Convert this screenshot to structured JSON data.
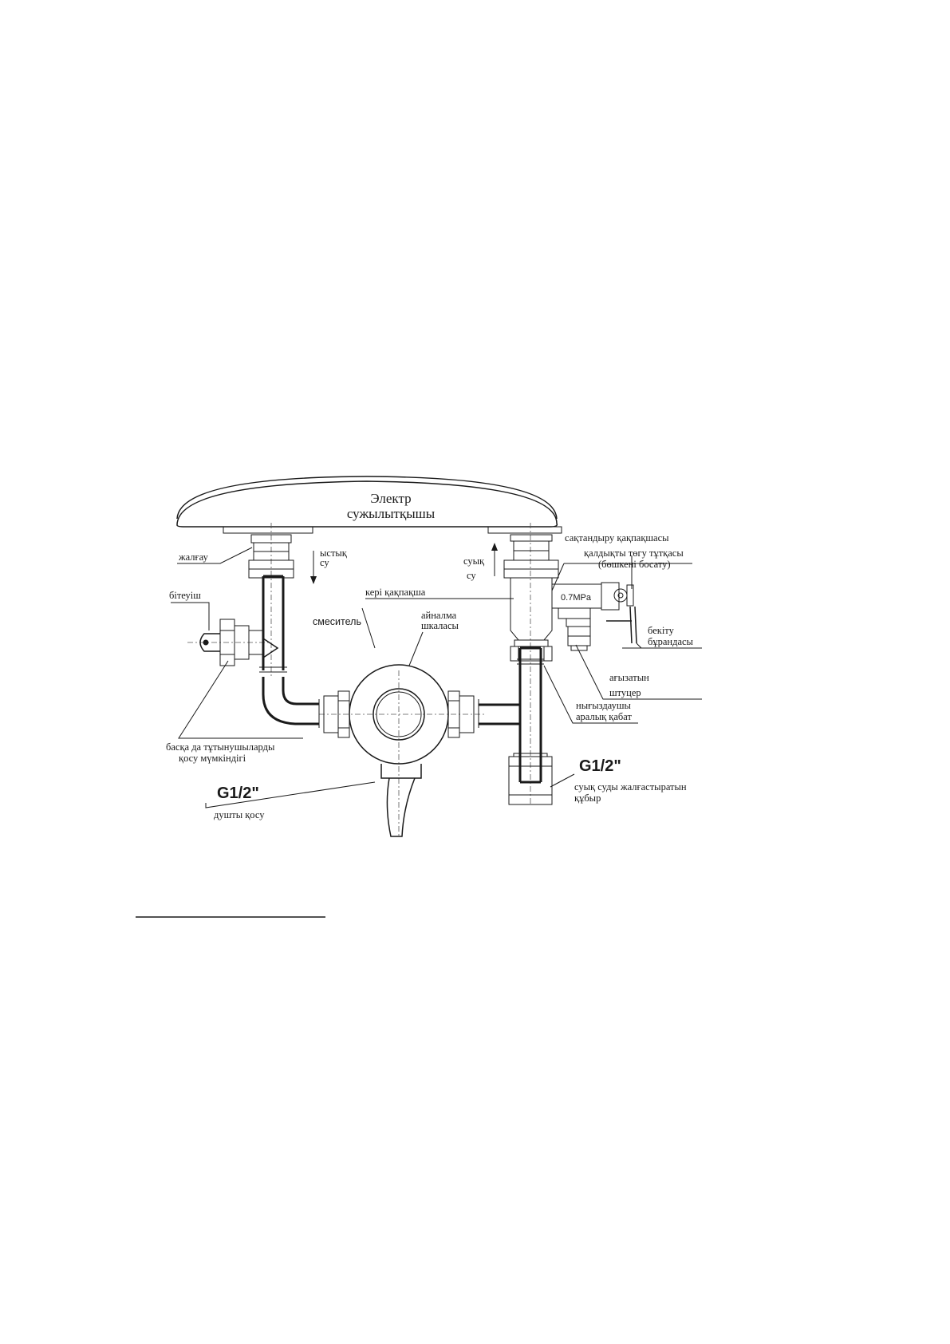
{
  "diagram": {
    "heater_title_line1": "Электр",
    "heater_title_line2": "сужылытқышы",
    "labels": {
      "coupling": "жалғау",
      "hot_water_1": "ыстық",
      "hot_water_2": "су",
      "cold_water_1": "суық",
      "cold_water_2": "су",
      "plug": "бітеуіш",
      "check_valve": "кері қақпақша",
      "mixer": "смеситель",
      "rotation_scale_1": "айналма",
      "rotation_scale_2": "шкаласы",
      "safety_valve": "сақтандыру қақпақшасы",
      "drain_handle_1": "қалдықты төгу тұтқасы",
      "drain_handle_2": "(бөшкені босату)",
      "pressure": "0.7MPa",
      "lock_1": "бекіту",
      "lock_2": "бұрандасы",
      "drain_1": "ағызатын",
      "drain_2": "штуцер",
      "gasket_1": "нығыздаушы",
      "gasket_2": "аралық қабат",
      "other_users_1": "басқа да тұтынушыларды",
      "other_users_2": "қосу мүмкіндігі",
      "thread_left": "G1/2\"",
      "shower": "душты қосу",
      "thread_right": "G1/2\"",
      "cold_pipe_1": "суық суды жалғастыратын",
      "cold_pipe_2": "құбыр"
    }
  }
}
